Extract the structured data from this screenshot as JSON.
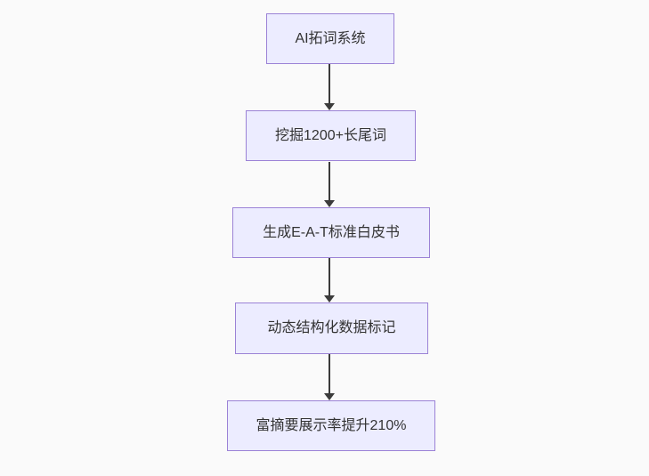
{
  "flowchart": {
    "nodes": [
      {
        "label": "AI拓词系统"
      },
      {
        "label": "挖掘1200+长尾词"
      },
      {
        "label": "生成E-A-T标准白皮书"
      },
      {
        "label": "动态结构化数据标记"
      },
      {
        "label": "富摘要展示率提升210%"
      }
    ],
    "colors": {
      "node_fill": "#ececff",
      "node_border": "#9b82d6",
      "arrow": "#3b3b3b",
      "text": "#333333",
      "background": "#fafafa"
    }
  }
}
